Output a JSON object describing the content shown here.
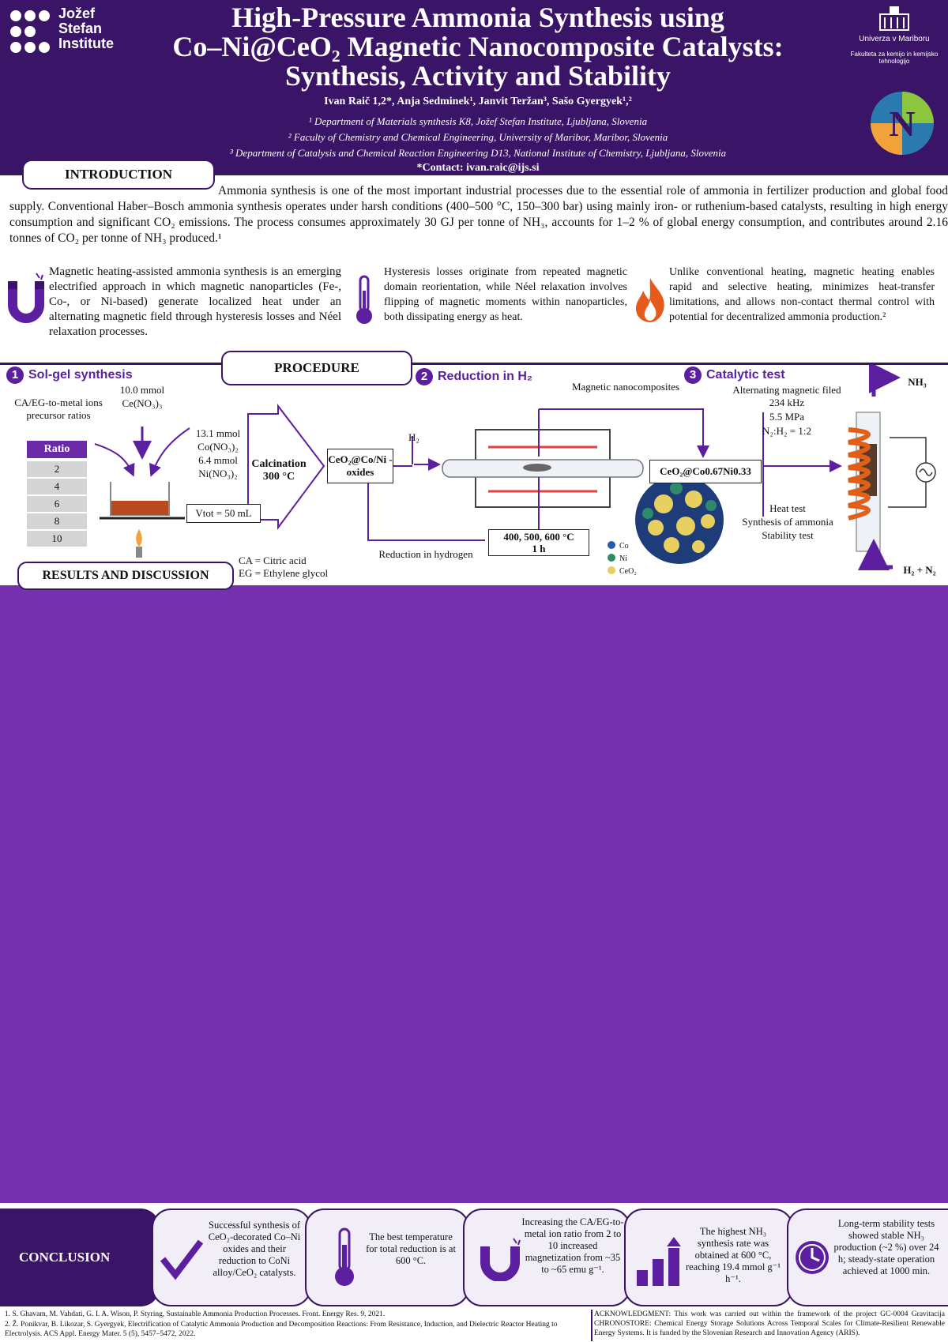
{
  "header": {
    "institute_logo_text": [
      "Jožef",
      "Stefan",
      "Institute"
    ],
    "title_lines": [
      "High-Pressure Ammonia Synthesis using",
      "Co–Ni@CeO₂ Magnetic Nanocomposite Catalysts:",
      "Synthesis, Activity and Stability"
    ],
    "authors": "Ivan Raič 1,2*, Anja Sedminek¹, Janvit Teržan³, Sašo Gyergyek¹,²",
    "affiliations": [
      "¹ Department of Materials synthesis K8, Jožef Stefan Institute, Ljubljana, Slovenia",
      "² Faculty of Chemistry and Chemical Engineering, University of Maribor, Maribor, Slovenia",
      "³ Department of Catalysis and Chemical Reaction Engineering D13, National Institute of Chemistry, Ljubljana, Slovenia"
    ],
    "contact": "*Contact: ivan.raic@ijs.si",
    "university_name": "Univerza v Mariboru",
    "faculty_name": "Fakulteta za kemijo in kemijsko tehnologijo"
  },
  "introduction": {
    "heading": "INTRODUCTION",
    "paragraph": "Ammonia synthesis is one of the most important industrial processes due to the essential role of ammonia in fertilizer production and global food supply. Conventional Haber–Bosch ammonia synthesis operates under harsh conditions (400–500 °C, 150–300 bar) using mainly iron- or ruthenium-based catalysts, resulting in high energy consumption and significant CO₂ emissions. The process consumes approximately 30 GJ per tonne of NH₃, accounts for 1–2 % of global energy consumption, and contributes around 2.16 tonnes of CO₂ per tonne of NH₃ produced.¹",
    "col1": "Magnetic heating-assisted ammonia synthesis is an emerging electrified approach in which magnetic nanoparticles (Fe-, Co-, or Ni-based) generate localized heat under an alternating magnetic field through hysteresis losses and Néel relaxation processes.",
    "col2": "Hysteresis losses originate from repeated magnetic domain reorientation, while Néel relaxation involves flipping of magnetic moments within nanoparticles, both dissipating energy as heat.",
    "col3": "Unlike conventional heating, magnetic heating enables rapid and selective heating, minimizes heat-transfer limitations, and allows non-contact thermal control with potential for decentralized ammonia production.²"
  },
  "procedure": {
    "heading": "PROCEDURE",
    "step1": {
      "num": "1",
      "title": "Sol-gel synthesis"
    },
    "step2": {
      "num": "2",
      "title": "Reduction in H₂"
    },
    "step3": {
      "num": "3",
      "title": "Catalytic test"
    },
    "precursor_label": "CA/EG-to-metal ions precursor ratios",
    "ratio_header": "Ratio",
    "ratios": [
      "2",
      "4",
      "6",
      "8",
      "10"
    ],
    "ce_amount": "10.0 mmol",
    "ce_salt": "Ce(NO₃)₃",
    "co_amount": "13.1 mmol",
    "co_salt": "Co(NO₃)₂",
    "ni_amount": "6.4 mmol",
    "ni_salt": "Ni(NO₃)₂",
    "volume": "Vtot = 50 mL",
    "calcination": "Calcination 300 °C",
    "oxides": "CeO₂@Co/Ni -oxides",
    "h2_label": "H₂",
    "magnetic_nano": "Magnetic nanocomposites",
    "reduction_temps": "400, 500, 600 °C",
    "reduction_time": "1 h",
    "reduction_label": "Reduction in hydrogen",
    "product": "CeO₂@Co0.67Ni0.33",
    "legend": [
      "Co",
      "Ni",
      "CeO₂"
    ],
    "abbr_ca": "CA = Citric acid",
    "abbr_eg": "EG = Ethylene glycol",
    "field_label": "Alternating magnetic filed 234 kHz",
    "pressure": "5.5 MPa",
    "ratio_gas": "N₂:H₂ = 1:2",
    "nh3_out": "NH₃",
    "gas_in": "H₂ + N₂",
    "tests": [
      "Heat test",
      "Synthesis of ammonia",
      "Stability test"
    ]
  },
  "results": {
    "heading": "RESULTS AND DISCUSSION"
  },
  "conclusion": {
    "heading": "CONCLUSION",
    "items": [
      "Successful synthesis of CeO₂-decorated Co–Ni oxides and their reduction to CoNi alloy/CeO₂ catalysts.",
      "The best temperature for total reduction is at 600 °C.",
      "Increasing the CA/EG-to-metal ion ratio from 2 to 10 increased magnetization from ~35 to ~65 emu g⁻¹.",
      "The highest NH₃ synthesis rate was obtained at 600 °C, reaching 19.4 mmol g⁻¹ h⁻¹.",
      "Long-term stability tests showed stable NH₃ production (~2 %) over 24 h; steady-state operation achieved at 1000 min."
    ]
  },
  "references": [
    "1.   S. Ghavam, M. Vahdati, G. I. A. Wison, P. Styring, Sustainable Ammonia Production Processes. Front. Energy Res. 9, 2021.",
    "2.   Ž. Ponikvar, B. Likozar, S. Gyergyek, Electrification of Catalytic Ammonia Production and Decomposition Reactions: From Resistance, Induction, and Dielectric Reactor Heating to Electrolysis. ACS Appl. Energy Mater. 5 (5), 5457–5472, 2022."
  ],
  "acknowledgment": "ACKNOWLEDGMENT: This work was carried out within the framework of the project GC-0004 Gravitacija CHRONOSTORE: Chemical Energy Storage Solutions Across Temporal Scales for Climate-Resilient Renewable Energy Systems. It is funded by the Slovenian Research and Innovation Agency (ARIS).",
  "colors": {
    "header_bg": "#3a1466",
    "accent": "#5b1fa0",
    "results_bg": "#7530b0",
    "coil": "#e0601a"
  }
}
